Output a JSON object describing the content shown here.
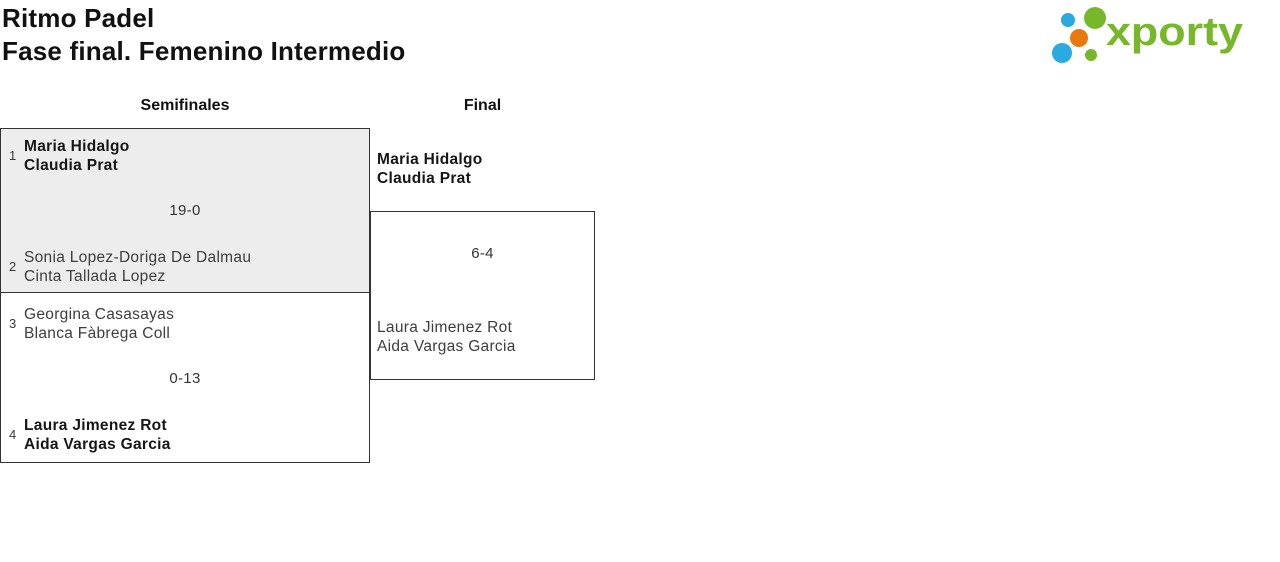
{
  "header": {
    "title": "Ritmo Padel",
    "subtitle": "Fase final. Femenino Intermedio"
  },
  "logo": {
    "text": "xporty",
    "colors": {
      "green": "#76b82a",
      "blue": "#29abe2",
      "orange": "#e8790e"
    }
  },
  "colors": {
    "match_box_fill_gray": "#ededed",
    "match_box_border": "#333333",
    "page_background": "#ffffff"
  },
  "bracket": {
    "round_labels": {
      "semifinals": "Semifinales",
      "final": "Final"
    },
    "semifinal_1": {
      "seed_1": "1",
      "team_1_line_1": "Maria Hidalgo",
      "team_1_line_2": "Claudia Prat",
      "score": "19-0",
      "seed_2": "2",
      "team_2_line_1": "Sonia Lopez-Doriga De Dalmau",
      "team_2_line_2": "Cinta Tallada Lopez"
    },
    "semifinal_2": {
      "seed_1": "3",
      "team_1_line_1": "Georgina Casasayas",
      "team_1_line_2": "Blanca Fàbrega Coll",
      "score": "0-13",
      "seed_2": "4",
      "team_2_line_1": "Laura Jimenez Rot",
      "team_2_line_2": "Aida Vargas Garcia"
    },
    "final": {
      "team_1_line_1": "Maria Hidalgo",
      "team_1_line_2": "Claudia Prat",
      "score": "6-4",
      "team_2_line_1": "Laura Jimenez Rot",
      "team_2_line_2": "Aida Vargas Garcia"
    }
  }
}
